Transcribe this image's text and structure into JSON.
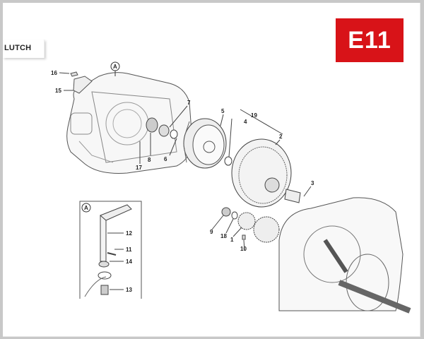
{
  "header": {
    "section_title": "LUTCH",
    "code_badge": "E11",
    "badge_color": "#d81318"
  },
  "diagram": {
    "callouts": [
      {
        "id": "16",
        "label": "16"
      },
      {
        "id": "15",
        "label": "15"
      },
      {
        "id": "A",
        "label": "A"
      },
      {
        "id": "7",
        "label": "7"
      },
      {
        "id": "8",
        "label": "8"
      },
      {
        "id": "17",
        "label": "17"
      },
      {
        "id": "6",
        "label": "6"
      },
      {
        "id": "5",
        "label": "5"
      },
      {
        "id": "19",
        "label": "19"
      },
      {
        "id": "4",
        "label": "4"
      },
      {
        "id": "2",
        "label": "2"
      },
      {
        "id": "3",
        "label": "3"
      },
      {
        "id": "9",
        "label": "9"
      },
      {
        "id": "18",
        "label": "18"
      },
      {
        "id": "1",
        "label": "1"
      },
      {
        "id": "10",
        "label": "10"
      }
    ],
    "inset": {
      "marker": "A",
      "callouts": [
        {
          "id": "12",
          "label": "12"
        },
        {
          "id": "11",
          "label": "11"
        },
        {
          "id": "14",
          "label": "14"
        },
        {
          "id": "13",
          "label": "13"
        }
      ]
    }
  }
}
